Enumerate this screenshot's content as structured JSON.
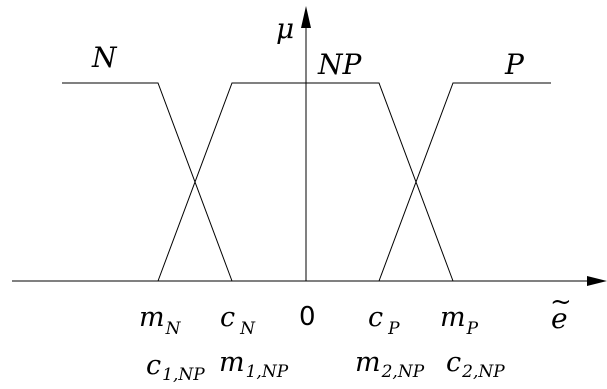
{
  "sets": {
    "n": "N",
    "np": "NP",
    "p": "P"
  },
  "axes": {
    "y_label": "μ",
    "x_label": "e",
    "x_label_accent": "~",
    "origin": "0"
  },
  "ticks": {
    "m_n": {
      "base": "m",
      "sub": "N"
    },
    "c_n": {
      "base": "c",
      "sub": "N"
    },
    "c_p": {
      "base": "c",
      "sub": "P"
    },
    "m_p": {
      "base": "m",
      "sub": "P"
    },
    "c_1np": {
      "base": "c",
      "sub": "1,NP"
    },
    "m_1np": {
      "base": "m",
      "sub": "1,NP"
    },
    "m_2np": {
      "base": "m",
      "sub": "2,NP"
    },
    "c_2np": {
      "base": "c",
      "sub": "2,NP"
    }
  }
}
